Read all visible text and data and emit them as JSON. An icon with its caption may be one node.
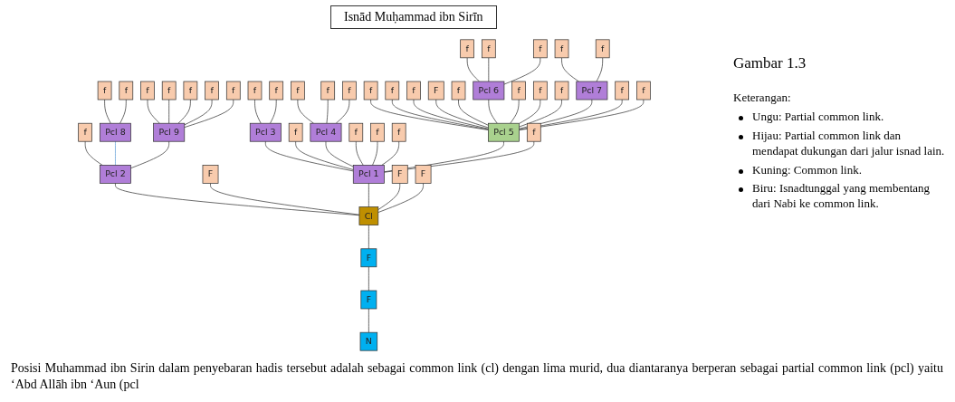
{
  "diagram": {
    "title": "Isnād Muḥammad ibn Sirīn",
    "caption": "Gambar 1.3",
    "nodes": [
      {
        "text": [
          "f"
        ]
      },
      {
        "text": [
          "f"
        ]
      },
      {
        "text": [
          "f"
        ]
      },
      {
        "text": [
          "f"
        ]
      },
      {
        "text": [
          "f"
        ]
      },
      {
        "text": [
          "f"
        ]
      },
      {
        "text": [
          "f"
        ]
      },
      {
        "text": [
          "f"
        ]
      },
      {
        "text": [
          "f"
        ]
      },
      {
        "text": [
          "f"
        ]
      },
      {
        "text": [
          "f"
        ]
      },
      {
        "text": [
          "f"
        ]
      },
      {
        "text": [
          "f"
        ]
      },
      {
        "text": [
          "f"
        ]
      },
      {
        "text": [
          "f"
        ]
      },
      {
        "text": [
          "f"
        ]
      },
      {
        "text": [
          "f"
        ]
      },
      {
        "text": [
          "f"
        ]
      },
      {
        "text": [
          "f"
        ]
      },
      {
        "text": [
          "f"
        ]
      },
      {
        "text": [
          "F"
        ]
      },
      {
        "text": [
          "f"
        ]
      },
      {
        "text": [
          "Pcl 6"
        ]
      },
      {
        "text": [
          "f"
        ]
      },
      {
        "text": [
          "f"
        ]
      },
      {
        "text": [
          "f"
        ]
      },
      {
        "text": [
          "Pcl 7"
        ]
      },
      {
        "text": [
          "f"
        ]
      },
      {
        "text": [
          "f"
        ]
      },
      {
        "text": [
          "f"
        ]
      },
      {
        "text": [
          "Pcl 8"
        ]
      },
      {
        "text": [
          "Pcl 9"
        ]
      },
      {
        "text": [
          "Pcl 3"
        ]
      },
      {
        "text": [
          "f"
        ]
      },
      {
        "text": [
          "Pcl 4"
        ]
      },
      {
        "text": [
          "f"
        ]
      },
      {
        "text": [
          "f"
        ]
      },
      {
        "text": [
          "f"
        ]
      },
      {
        "text": [
          "Pcl 5"
        ]
      },
      {
        "text": [
          "f"
        ]
      },
      {
        "text": [
          "Pcl 2"
        ]
      },
      {
        "text": [
          "F"
        ]
      },
      {
        "text": [
          "Pcl 1"
        ]
      },
      {
        "text": [
          "F"
        ]
      },
      {
        "text": [
          "F"
        ]
      },
      {
        "text": [
          "Cl"
        ]
      },
      {
        "text": [
          "F"
        ]
      },
      {
        "text": [
          "F"
        ]
      },
      {
        "text": [
          "N"
        ]
      }
    ],
    "edges": [
      {
        "from": 0,
        "to": 22,
        "arrow": "none"
      },
      {
        "from": 1,
        "to": 22,
        "arrow": "none"
      },
      {
        "from": 2,
        "to": 22,
        "arrow": "none"
      },
      {
        "from": 3,
        "to": 26,
        "arrow": "none"
      },
      {
        "from": 4,
        "to": 26,
        "arrow": "none"
      },
      {
        "from": 5,
        "to": 30,
        "arrow": "none"
      },
      {
        "from": 6,
        "to": 30,
        "arrow": "none"
      },
      {
        "from": 7,
        "to": 31,
        "arrow": "none"
      },
      {
        "from": 8,
        "to": 31,
        "arrow": "none"
      },
      {
        "from": 9,
        "to": 31,
        "arrow": "none"
      },
      {
        "from": 10,
        "to": 31,
        "arrow": "none"
      },
      {
        "from": 11,
        "to": 31,
        "arrow": "none"
      },
      {
        "from": 12,
        "to": 32,
        "arrow": "none"
      },
      {
        "from": 13,
        "to": 32,
        "arrow": "none"
      },
      {
        "from": 14,
        "to": 34,
        "arrow": "none"
      },
      {
        "from": 15,
        "to": 34,
        "arrow": "none"
      },
      {
        "from": 16,
        "to": 34,
        "arrow": "none"
      },
      {
        "from": 17,
        "to": 38,
        "arrow": "none"
      },
      {
        "from": 18,
        "to": 38,
        "arrow": "none"
      },
      {
        "from": 19,
        "to": 38,
        "arrow": "none"
      },
      {
        "from": 20,
        "to": 38,
        "arrow": "none"
      },
      {
        "from": 21,
        "to": 38,
        "arrow": "none"
      },
      {
        "from": 22,
        "to": 38,
        "arrow": "none"
      },
      {
        "from": 23,
        "to": 38,
        "arrow": "none"
      },
      {
        "from": 24,
        "to": 38,
        "arrow": "none"
      },
      {
        "from": 25,
        "to": 38,
        "arrow": "none"
      },
      {
        "from": 26,
        "to": 38,
        "arrow": "none"
      },
      {
        "from": 27,
        "to": 38,
        "arrow": "none"
      },
      {
        "from": 28,
        "to": 38,
        "arrow": "none"
      },
      {
        "from": 29,
        "to": 40,
        "arrow": "none"
      },
      {
        "from": 30,
        "to": 40,
        "arrow": "none",
        "color": "#5b9bd5"
      },
      {
        "from": 31,
        "to": 40,
        "arrow": "none"
      },
      {
        "from": 32,
        "to": 42,
        "arrow": "none"
      },
      {
        "from": 33,
        "to": 42,
        "arrow": "none"
      },
      {
        "from": 34,
        "to": 42,
        "arrow": "none"
      },
      {
        "from": 35,
        "to": 42,
        "arrow": "none"
      },
      {
        "from": 36,
        "to": 42,
        "arrow": "none"
      },
      {
        "from": 37,
        "to": 42,
        "arrow": "none"
      },
      {
        "from": 38,
        "to": 42,
        "arrow": "none"
      },
      {
        "from": 39,
        "to": 42,
        "arrow": "none"
      },
      {
        "from": 40,
        "to": 45,
        "arrow": "none"
      },
      {
        "from": 41,
        "to": 45,
        "arrow": "none"
      },
      {
        "from": 42,
        "to": 45,
        "arrow": "none"
      },
      {
        "from": 43,
        "to": 45,
        "arrow": "none"
      },
      {
        "from": 44,
        "to": 45,
        "arrow": "none"
      },
      {
        "from": 45,
        "to": 46,
        "arrow": "none"
      },
      {
        "from": 46,
        "to": 47,
        "arrow": "none"
      },
      {
        "from": 47,
        "to": 48,
        "arrow": "none"
      }
    ],
    "labels": [
      "Keterangan:",
      "Ungu: Partial common link.",
      "Hijau: Partial common link dan mendapat dukungan dari jalur isnad lain.",
      "Kuning: Common link.",
      "Biru: Isnadtunggal yang membentang dari Nabi ke common link.",
      "Posisi Muhammad ibn Sirin dalam penyebaran hadis tersebut adalah sebagai common link (cl) dengan lima murid, dua diantaranya berperan sebagai partial common link (pcl) yaitu ʻAbd Allāh ibn ʻAun (pcl"
    ]
  }
}
